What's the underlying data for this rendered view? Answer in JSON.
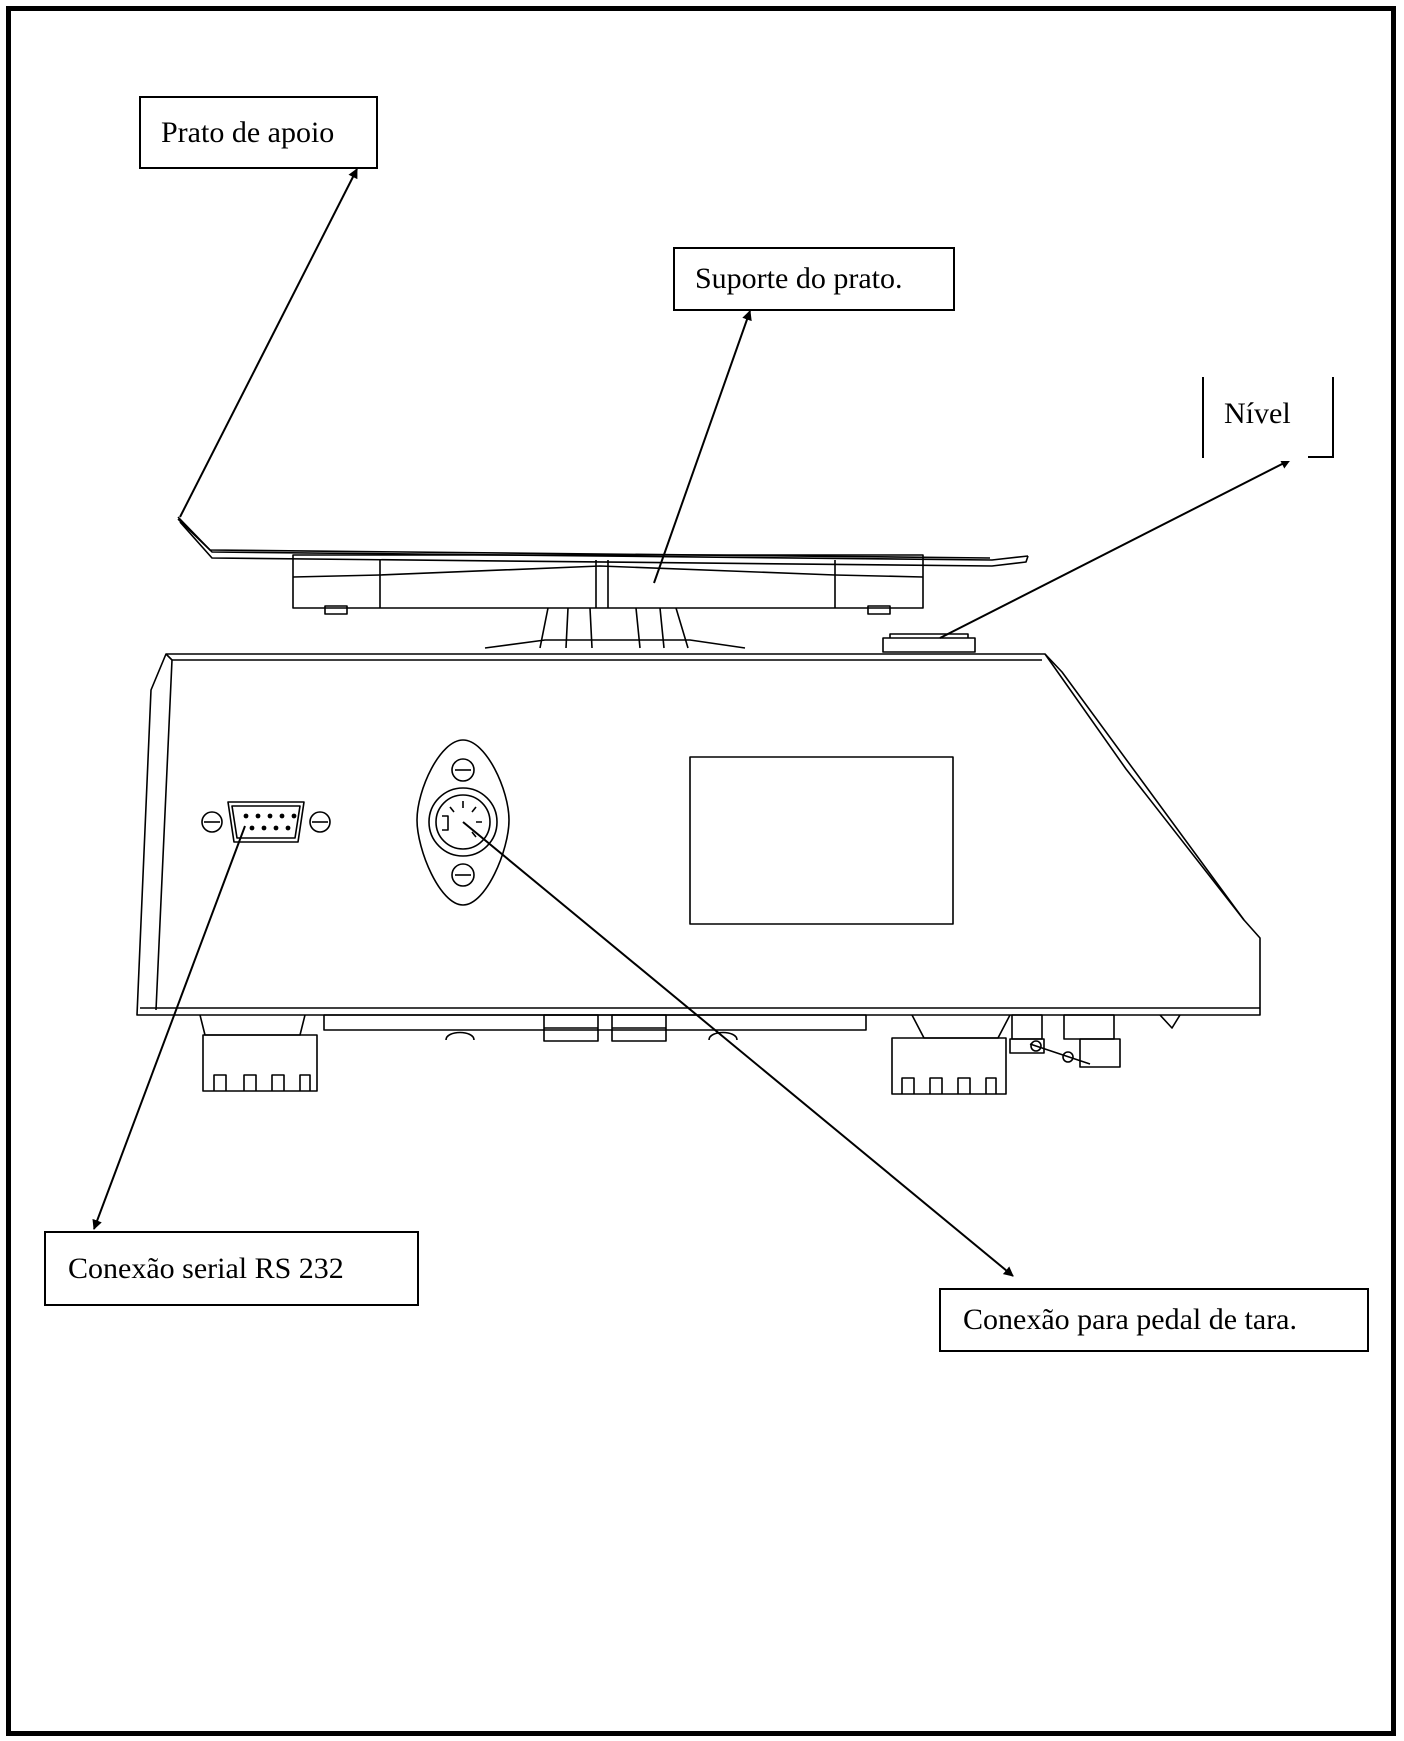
{
  "labels": {
    "prato_de_apoio": "Prato de apoio",
    "suporte_do_prato": "Suporte do prato.",
    "nivel": "Nível",
    "conexao_serial": "Conexão serial RS 232",
    "conexao_pedal": "Conexão para pedal de tara."
  },
  "colors": {
    "line": "#000000",
    "background": "#ffffff"
  }
}
